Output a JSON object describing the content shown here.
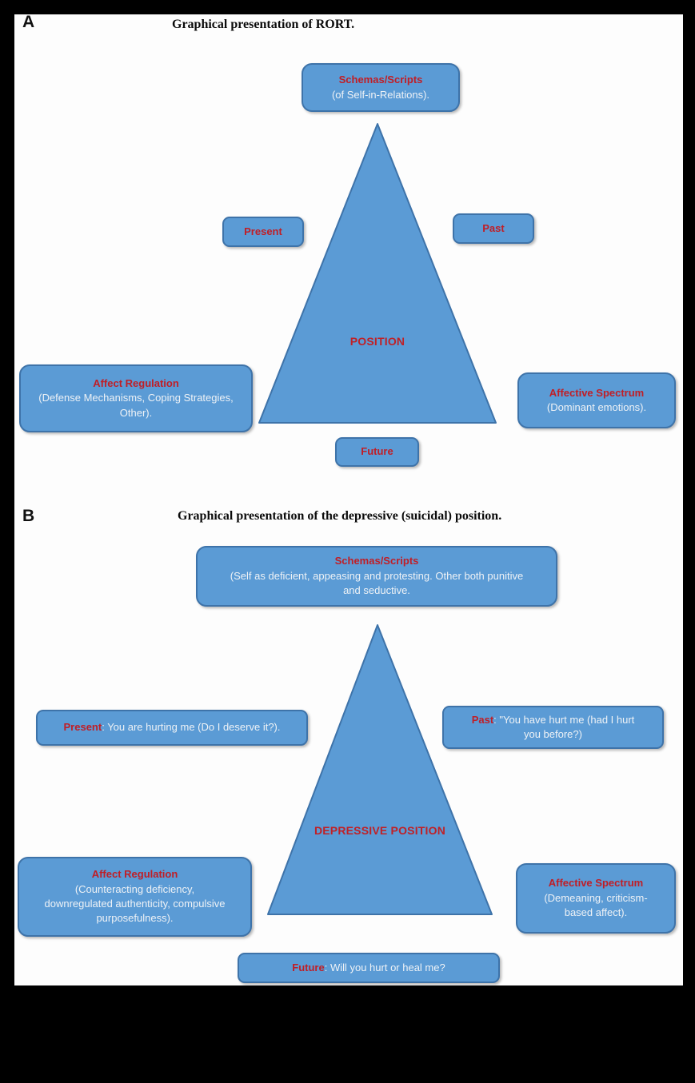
{
  "colors": {
    "box_fill": "#5b9bd5",
    "box_border": "#3e73a9",
    "accent_red": "#c01e26",
    "body_text": "#eef2f6",
    "panel_bg": "#fdfdfd",
    "frame_bg": "#000000"
  },
  "panel_a": {
    "label": "A",
    "title": "Graphical presentation of RORT.",
    "triangle_label": "POSITION",
    "boxes": {
      "schemas": {
        "heading": "Schemas/Scripts",
        "body": "(of Self-in-Relations)."
      },
      "present": {
        "heading": "Present"
      },
      "past": {
        "heading": "Past"
      },
      "affect_regulation": {
        "heading": "Affect Regulation",
        "body_lines": [
          "(Defense Mechanisms, Coping Strategies,",
          "Other)."
        ]
      },
      "affective_spectrum": {
        "heading": "Affective Spectrum",
        "body": "(Dominant emotions)."
      },
      "future": {
        "heading": "Future"
      }
    }
  },
  "panel_b": {
    "label": "B",
    "title": "Graphical presentation of the depressive (suicidal) position.",
    "triangle_label_lines": [
      "DEPRESSIVE",
      "POSITION"
    ],
    "boxes": {
      "schemas": {
        "heading": "Schemas/Scripts",
        "body_lines": [
          "(Self as deficient, appeasing and protesting. Other both punitive",
          "and seductive."
        ]
      },
      "present": {
        "heading": "Present",
        "body": ": You are hurting me (Do I deserve it?)."
      },
      "past": {
        "heading": "Past",
        "body_lines": [
          ": \"You have hurt me (had I hurt",
          "you before?)"
        ]
      },
      "affect_regulation": {
        "heading": "Affect Regulation",
        "body_lines": [
          "(Counteracting deficiency,",
          "downregulated authenticity, compulsive",
          "purposefulness)."
        ]
      },
      "affective_spectrum": {
        "heading": "Affective Spectrum",
        "body_lines": [
          "(Demeaning, criticism-",
          "based affect)."
        ]
      },
      "future": {
        "heading": "Future",
        "body": ": Will you hurt or heal me?"
      }
    }
  }
}
